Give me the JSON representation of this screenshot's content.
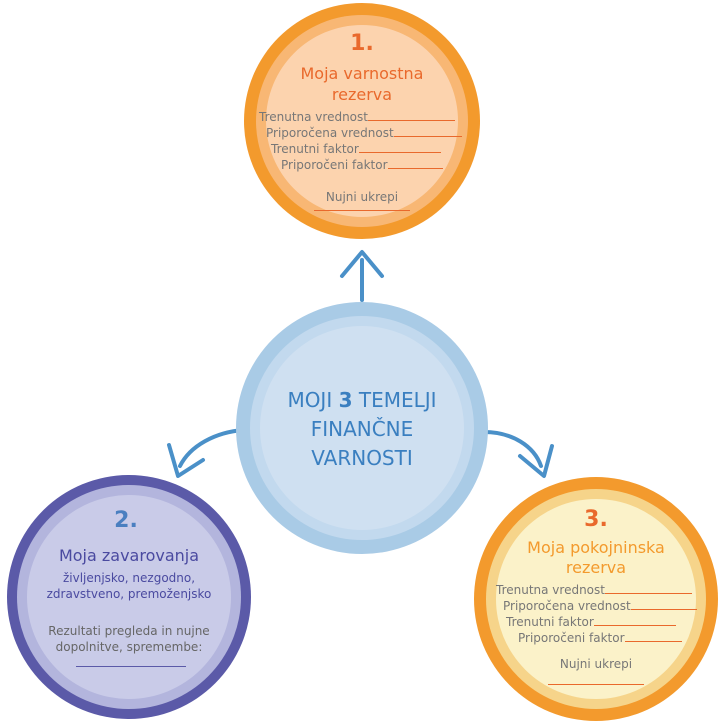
{
  "center": {
    "line1_a": "MOJI ",
    "line1_num": "3",
    "line1_b": " TEMELJI",
    "line2": "FINANČNE",
    "line3": "VARNOSTI"
  },
  "circle1": {
    "number": "1.",
    "title_line1": "Moja varnostna",
    "title_line2": "rezerva",
    "fields": [
      "Trenutna vrednost",
      "Priporočena vrednost",
      "Trenutni faktor",
      "Priporočeni faktor"
    ],
    "actions_label": "Nujni ukrepi"
  },
  "circle2": {
    "number": "2.",
    "title": "Moja zavarovanja",
    "subtitle_line1": "življenjsko, nezgodno,",
    "subtitle_line2": "zdravstveno, premoženjsko",
    "review_line1": "Rezultati pregleda in nujne",
    "review_line2": "dopolnitve, spremembe:"
  },
  "circle3": {
    "number": "3.",
    "title_line1": "Moja pokojninska",
    "title_line2": "rezerva",
    "fields": [
      "Trenutna vrednost",
      "Priporočena vrednost",
      "Trenutni faktor",
      "Priporočeni faktor"
    ],
    "actions_label": "Nujni ukrepi"
  },
  "colors": {
    "orange": "#f39a2d",
    "orange_text": "#e9692c",
    "peach_fill": "#fcd3ae",
    "blue": "#4a90c8",
    "light_blue_ring": "#a9cbe6",
    "light_blue_fill": "#cfe0f1",
    "purple": "#5b5aa8",
    "lavender_fill": "#c9cbe8",
    "cream_fill": "#fbf2c9"
  }
}
